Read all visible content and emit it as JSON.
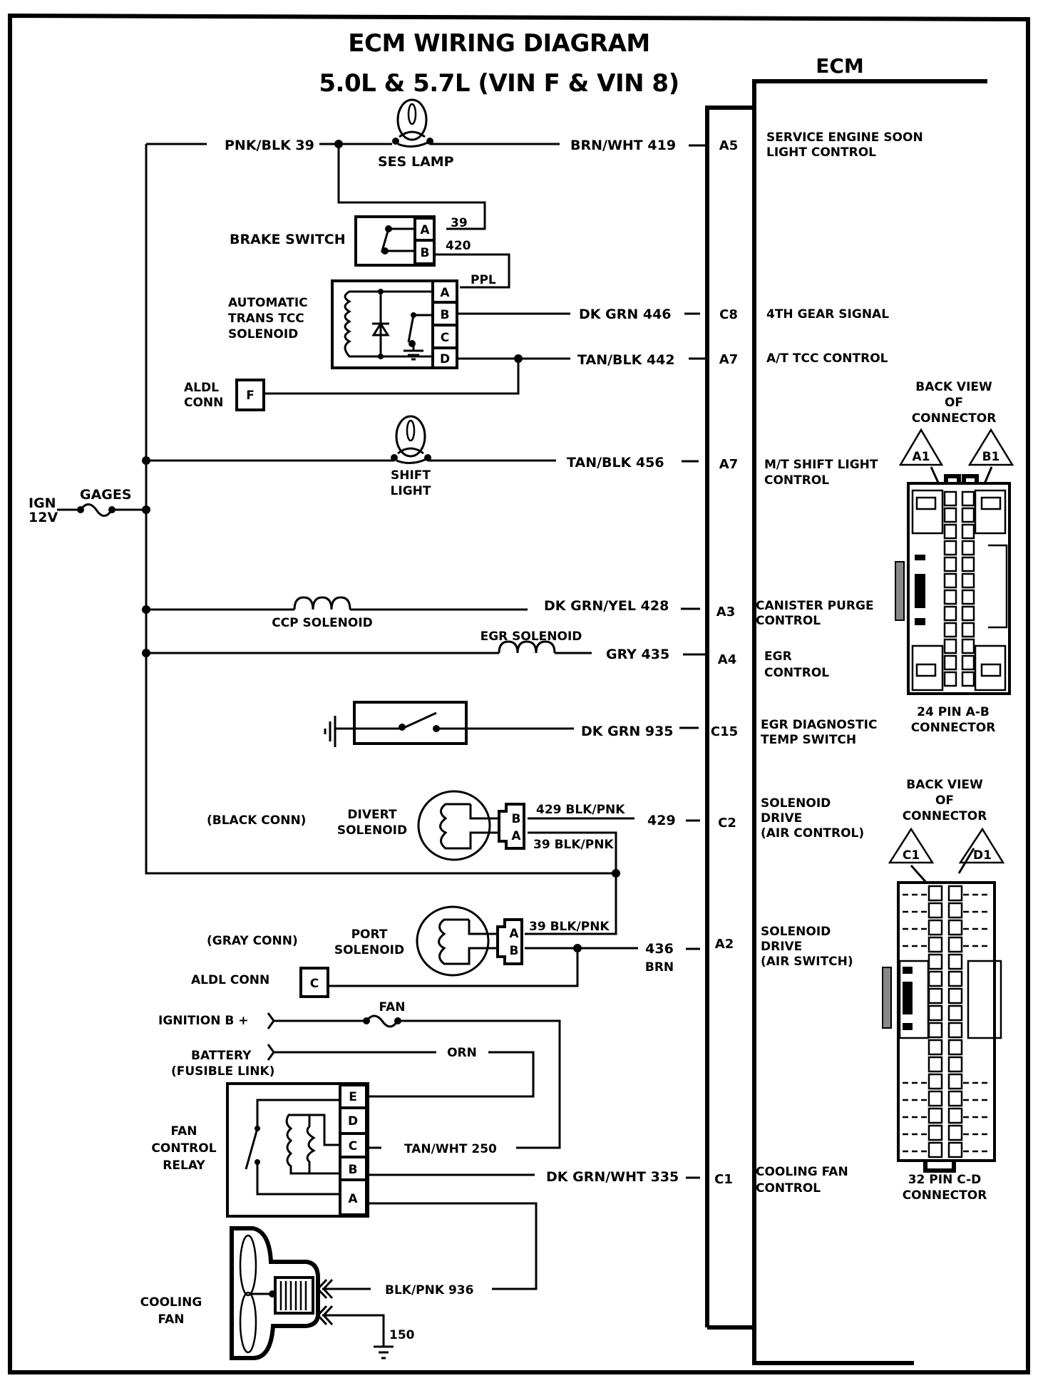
{
  "title": "ECM WIRING DIAGRAM",
  "subtitle": "5.0L & 5.7L (VIN F & VIN 8)",
  "ecm_label": "ECM",
  "power": {
    "ign_label_1": "IGN",
    "ign_label_2": "12V",
    "fuse_label": "GAGES"
  },
  "circuits": [
    {
      "id": "ses",
      "component": "SES LAMP",
      "wire_left": "PNK/BLK 39",
      "wire": "BRN/WHT 419",
      "pin": "A5",
      "function": [
        "SERVICE ENGINE SOON",
        "LIGHT CONTROL"
      ]
    },
    {
      "id": "4th",
      "wire": "DK GRN 446",
      "pin": "C8",
      "function": [
        "4TH GEAR SIGNAL"
      ]
    },
    {
      "id": "tcc",
      "wire": "TAN/BLK 442",
      "pin": "A7",
      "function": [
        "A/T TCC CONTROL"
      ]
    },
    {
      "id": "shift",
      "component": [
        "SHIFT",
        "LIGHT"
      ],
      "wire": "TAN/BLK 456",
      "pin": "A7",
      "function": [
        "M/T SHIFT LIGHT",
        "CONTROL"
      ]
    },
    {
      "id": "ccp",
      "component": "CCP SOLENOID",
      "wire": "DK GRN/YEL 428",
      "pin": "A3",
      "function": [
        "CANISTER PURGE",
        "CONTROL"
      ]
    },
    {
      "id": "egr",
      "component": "EGR SOLENOID",
      "wire": "GRY 435",
      "pin": "A4",
      "function": [
        "EGR",
        "CONTROL"
      ]
    },
    {
      "id": "egrdiag",
      "wire": "DK GRN 935",
      "pin": "C15",
      "function": [
        "EGR DIAGNOSTIC",
        "TEMP SWITCH"
      ]
    },
    {
      "id": "divert",
      "wire": "429",
      "pin": "C2",
      "function": [
        "SOLENOID",
        "DRIVE",
        "(AIR CONTROL)"
      ]
    },
    {
      "id": "port",
      "wire": "436",
      "wire_sub": "BRN",
      "pin": "A2",
      "function": [
        "SOLENOID",
        "DRIVE",
        "(AIR SWITCH)"
      ]
    },
    {
      "id": "fan",
      "wire": "DK GRN/WHT 335",
      "pin": "C1",
      "function": [
        "COOLING FAN",
        "CONTROL"
      ]
    }
  ],
  "brake_switch": {
    "label": "BRAKE SWITCH",
    "pins": [
      "A",
      "B"
    ],
    "wire_a": "39",
    "wire_b": "420"
  },
  "tcc_solenoid": {
    "label": [
      "AUTOMATIC",
      "TRANS TCC",
      "SOLENOID"
    ],
    "pins": [
      "A",
      "B",
      "C",
      "D"
    ],
    "wire_a": "PPL"
  },
  "aldl_f": {
    "label": [
      "ALDL",
      "CONN"
    ],
    "pin": "F"
  },
  "divert_solenoid": {
    "conn": "(BLACK CONN)",
    "label": [
      "DIVERT",
      "SOLENOID"
    ],
    "pins": [
      "B",
      "A"
    ],
    "wire_b": "429 BLK/PNK",
    "wire_a": "39 BLK/PNK"
  },
  "port_solenoid": {
    "conn": "(GRAY CONN)",
    "label": [
      "PORT",
      "SOLENOID"
    ],
    "pins": [
      "A",
      "B"
    ],
    "wire_a": "39 BLK/PNK"
  },
  "aldl_c": {
    "label": "ALDL CONN",
    "pin": "C"
  },
  "fan_circuit": {
    "ignition": "IGNITION B +",
    "fuse": "FAN",
    "battery": "BATTERY",
    "fusible_link": "(FUSIBLE LINK)",
    "orn_wire": "ORN",
    "relay_label": [
      "FAN",
      "CONTROL",
      "RELAY"
    ],
    "relay_pins": [
      "E",
      "D",
      "C",
      "B",
      "A"
    ],
    "wire_c": "TAN/WHT 250",
    "fan_label": [
      "COOLING",
      "FAN"
    ],
    "fan_wire": "BLK/PNK 936",
    "ground_wire": "150"
  },
  "connector_ab": {
    "heading": [
      "BACK VIEW",
      "OF",
      "CONNECTOR"
    ],
    "markers": [
      "A1",
      "B1"
    ],
    "caption": [
      "24 PIN  A-B",
      "CONNECTOR"
    ]
  },
  "connector_cd": {
    "heading": [
      "BACK VIEW",
      "OF",
      "CONNECTOR"
    ],
    "markers": [
      "C1",
      "D1"
    ],
    "caption": [
      "32  PIN C-D",
      "CONNECTOR"
    ]
  }
}
